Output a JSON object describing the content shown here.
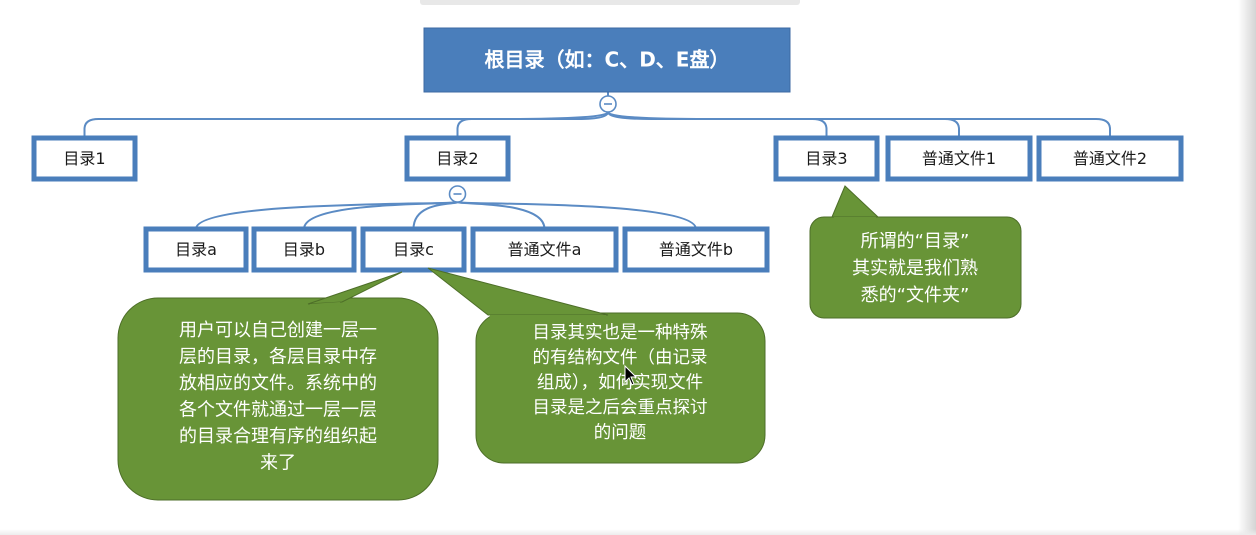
{
  "colors": {
    "node_fill": "#ffffff",
    "node_border": "#4a7ebb",
    "root_fill": "#4a7ebb",
    "root_text": "#ffffff",
    "connector": "#5b8bc4",
    "callout_fill": "#689437",
    "callout_border": "#4d6e28",
    "callout_text": "#ffffff",
    "node_text": "#1a1a1a"
  },
  "root": {
    "label": "根目录（如：C、D、E盘）"
  },
  "level1": [
    {
      "id": "dir1",
      "label": "目录1"
    },
    {
      "id": "dir2",
      "label": "目录2"
    },
    {
      "id": "dir3",
      "label": "目录3"
    },
    {
      "id": "file1",
      "label": "普通文件1"
    },
    {
      "id": "file2",
      "label": "普通文件2"
    }
  ],
  "level2": [
    {
      "id": "dira",
      "label": "目录a"
    },
    {
      "id": "dirb",
      "label": "目录b"
    },
    {
      "id": "dirc",
      "label": "目录c"
    },
    {
      "id": "filea",
      "label": "普通文件a"
    },
    {
      "id": "fileb",
      "label": "普通文件b"
    }
  ],
  "collapse_symbol": "−",
  "callouts": [
    {
      "id": "callout-directory-meaning",
      "lines": [
        "所谓的“目录”",
        "其实就是我们熟",
        "悉的“文件夹”"
      ]
    },
    {
      "id": "callout-layered-directories",
      "lines": [
        "用户可以自己创建一层一",
        "层的目录，各层目录中存",
        "放相应的文件。系统中的",
        "各个文件就通过一层一层",
        "的目录合理有序的组织起",
        "来了"
      ]
    },
    {
      "id": "callout-directory-file",
      "lines": [
        "目录其实也是一种特殊",
        "的有结构文件（由记录",
        "组成），如何实现文件",
        "目录是之后会重点探讨",
        "的问题"
      ]
    }
  ]
}
